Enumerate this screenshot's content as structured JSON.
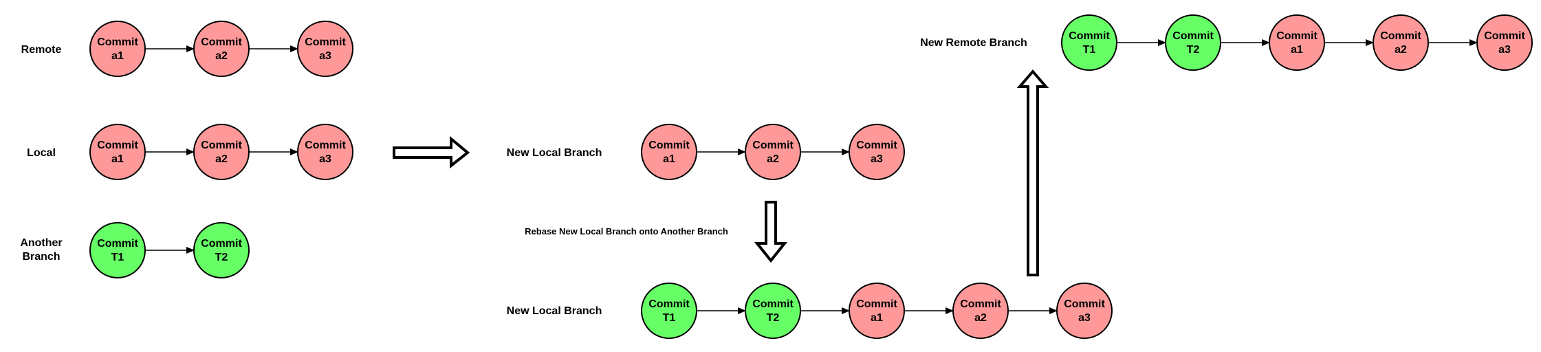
{
  "colors": {
    "remote_commit": "#ff9999",
    "another_commit": "#66ff66",
    "stroke": "#000000"
  },
  "labels": {
    "remote": "Remote",
    "local": "Local",
    "another_line1": "Another",
    "another_line2": "Branch",
    "new_local_branch_top": "New Local Branch",
    "rebase_caption": "Rebase New Local Branch onto Another Branch",
    "new_local_branch_bottom": "New Local Branch",
    "new_remote_branch": "New Remote Branch"
  },
  "rows": {
    "remote": [
      {
        "line1": "Commit",
        "line2": "a1",
        "kind": "red"
      },
      {
        "line1": "Commit",
        "line2": "a2",
        "kind": "red"
      },
      {
        "line1": "Commit",
        "line2": "a3",
        "kind": "red"
      }
    ],
    "local": [
      {
        "line1": "Commit",
        "line2": "a1",
        "kind": "red"
      },
      {
        "line1": "Commit",
        "line2": "a2",
        "kind": "red"
      },
      {
        "line1": "Commit",
        "line2": "a3",
        "kind": "red"
      }
    ],
    "another": [
      {
        "line1": "Commit",
        "line2": "T1",
        "kind": "green"
      },
      {
        "line1": "Commit",
        "line2": "T2",
        "kind": "green"
      }
    ],
    "new_local_top": [
      {
        "line1": "Commit",
        "line2": "a1",
        "kind": "red"
      },
      {
        "line1": "Commit",
        "line2": "a2",
        "kind": "red"
      },
      {
        "line1": "Commit",
        "line2": "a3",
        "kind": "red"
      }
    ],
    "new_local_bottom": [
      {
        "line1": "Commit",
        "line2": "T1",
        "kind": "green"
      },
      {
        "line1": "Commit",
        "line2": "T2",
        "kind": "green"
      },
      {
        "line1": "Commit",
        "line2": "a1",
        "kind": "red"
      },
      {
        "line1": "Commit",
        "line2": "a2",
        "kind": "red"
      },
      {
        "line1": "Commit",
        "line2": "a3",
        "kind": "red"
      }
    ],
    "new_remote": [
      {
        "line1": "Commit",
        "line2": "T1",
        "kind": "green"
      },
      {
        "line1": "Commit",
        "line2": "T2",
        "kind": "green"
      },
      {
        "line1": "Commit",
        "line2": "a1",
        "kind": "red"
      },
      {
        "line1": "Commit",
        "line2": "a2",
        "kind": "red"
      },
      {
        "line1": "Commit",
        "line2": "a3",
        "kind": "red"
      }
    ]
  }
}
